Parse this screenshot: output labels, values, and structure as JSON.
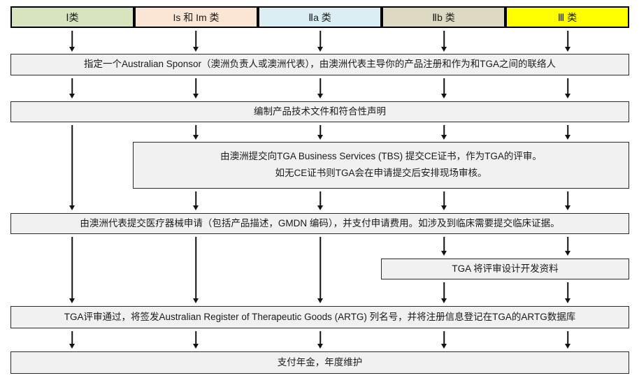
{
  "diagram": {
    "title_semantic": "TGA Australia medical device registration flowchart",
    "background": "#ffffff",
    "box_fill": "#f1f1f1",
    "border_color": "#2b2b2b",
    "arrow_color": "#121212"
  },
  "headers": [
    {
      "label": "Ⅰ类",
      "color": "#d7e4bd"
    },
    {
      "label": "Is 和 Im 类",
      "color": "#fbe5d5"
    },
    {
      "label": "Ⅱa 类",
      "color": "#dbeef4"
    },
    {
      "label": "Ⅱb 类",
      "color": "#ddd9c3"
    },
    {
      "label": "Ⅲ 类",
      "color": "#ffff00"
    }
  ],
  "steps": {
    "sponsor": "指定一个Australian Sponsor（澳洲负责人或澳洲代表），由澳洲代表主导你的产品注册和作为和TGA之间的联络人",
    "technical_file": "编制产品技术文件和符合性声明",
    "tbs_line1": "由澳洲提交向TGA Business Services (TBS) 提交CE证书，作为TGA的评审。",
    "tbs_line2": "如无CE证书则TGA会在申请提交后安排现场审核。",
    "application": "由澳洲代表提交医疗器械申请（包括产品描述，GMDN 编码），并支付申请费用。如涉及到临床需要提交临床证据。",
    "design_review": "TGA 将评审设计开发资料",
    "artg_listing": "TGA评审通过，将签发Australian Register of Therapeutic Goods (ARTG) 列名号，并将注册信息登记在TGA的ARTG数据库",
    "annual_fee": "支付年金，年度维护"
  }
}
